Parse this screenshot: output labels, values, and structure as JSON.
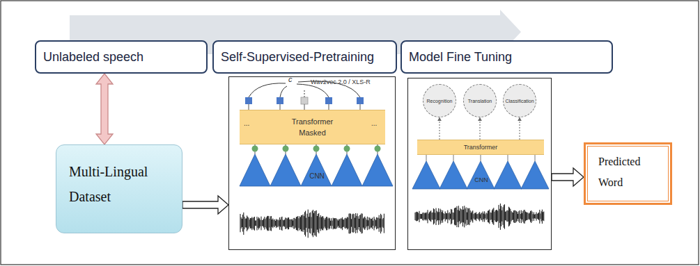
{
  "diagram": {
    "nodes": [
      {
        "text": [
          "Unlabeled speech"
        ]
      },
      {
        "text": [
          "Self-Supervised-Pretraining"
        ]
      },
      {
        "text": [
          "Model Fine Tuning"
        ]
      },
      {
        "text": [
          "Multi-Lingual Dataset"
        ]
      },
      {
        "text": [
          "Wav2vec 2.0 / XLS-R",
          "CNN"
        ]
      },
      {
        "text": [
          "Transformer",
          "Masked"
        ],
        "in": 4
      },
      {
        "text": [
          "CNN"
        ]
      },
      {
        "text": [
          "Recognition"
        ],
        "in": 6
      },
      {
        "text": [
          "Translation"
        ],
        "in": 6
      },
      {
        "text": [
          "Classification"
        ],
        "in": 6
      },
      {
        "text": [
          "Transformer"
        ],
        "in": 6
      },
      {
        "text": [
          "Predicted Word"
        ]
      }
    ],
    "edges": [
      {
        "from": 0,
        "to": 3,
        "arrow": "both"
      },
      {
        "from": 3,
        "to": 4,
        "arrow": "to"
      },
      {
        "from": 10,
        "to": 7,
        "arrow": "to"
      },
      {
        "from": 10,
        "to": 8,
        "arrow": "to"
      },
      {
        "from": 10,
        "to": 9,
        "arrow": "to"
      },
      {
        "from": 6,
        "to": 11,
        "arrow": "to"
      }
    ],
    "labels": [
      "c",
      "...",
      "..."
    ]
  }
}
